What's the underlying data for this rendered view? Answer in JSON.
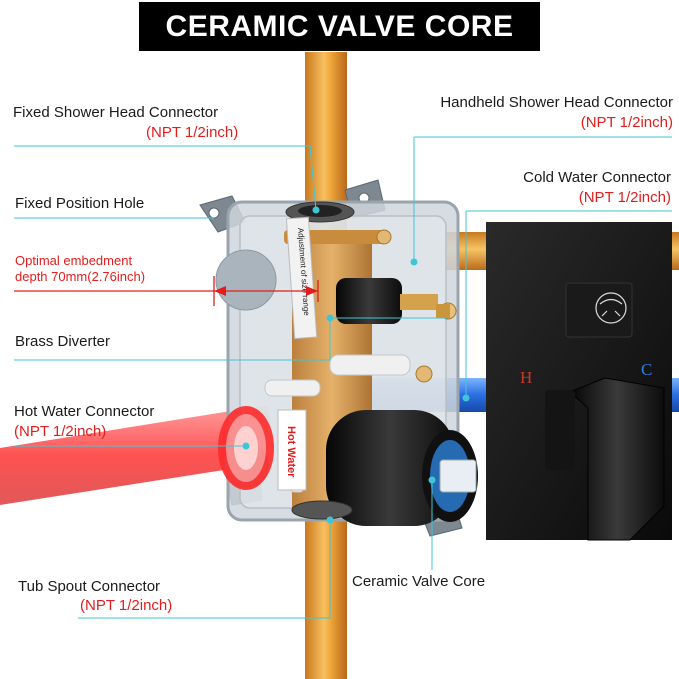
{
  "title": "CERAMIC VALVE CORE",
  "labels": {
    "fixed_shower": {
      "name": "Fixed Shower Head Connector",
      "spec": "(NPT 1/2inch)"
    },
    "handheld_shower": {
      "name": "Handheld Shower Head Connector",
      "spec": "(NPT 1/2inch)"
    },
    "cold_water": {
      "name": "Cold Water Connector",
      "spec": "(NPT 1/2inch)"
    },
    "fixed_hole": {
      "name": "Fixed Position Hole"
    },
    "embedment": {
      "line1": "Optimal embedment",
      "line2": "depth 70mm(2.76inch)"
    },
    "brass_diverter": {
      "name": "Brass Diverter"
    },
    "hot_water": {
      "name": "Hot Water Connector",
      "spec": "(NPT 1/2inch)"
    },
    "tub_spout": {
      "name": "Tub Spout Connector",
      "spec": "(NPT 1/2inch)"
    },
    "ceramic_core": {
      "name": "Ceramic Valve Core"
    }
  },
  "product_text": {
    "hot_water_sticker": "Hot Water",
    "depth_gauge": "Adjustment of size range",
    "hot_mark": "H",
    "cold_mark": "C"
  },
  "colors": {
    "banner": "#000000",
    "spec_text": "#e21d1d",
    "leader_line": "#3fc6d6",
    "copper_pipe": "#e8a23a",
    "hot_pipe": "#f04a4a",
    "cold_pipe": "#2a6fe0",
    "trim_plate": "#111111"
  }
}
